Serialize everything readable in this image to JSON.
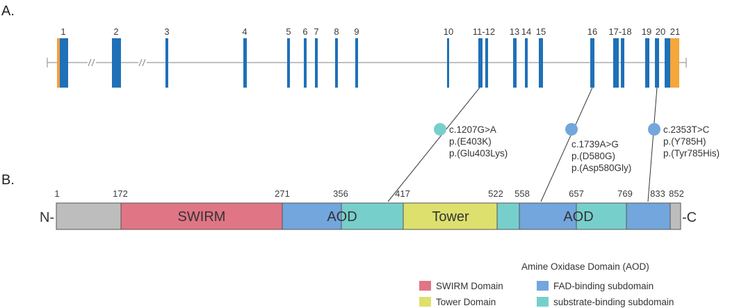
{
  "panels": {
    "a": "A.",
    "b": "B."
  },
  "colors": {
    "exon": "#1f70b8",
    "utr": "#f6a63a",
    "utr_left": "#f0a040",
    "line": "#9a9a9a",
    "swirm": "#e07585",
    "fad": "#72a6dd",
    "substrate": "#77cfcc",
    "tower": "#dde06d",
    "grey": "#bdbdbd",
    "dot_teal": "#77cfcc",
    "dot_blue": "#72a6dd"
  },
  "gene": {
    "exon_labels": [
      "1",
      "2",
      "3",
      "4",
      "5",
      "6",
      "7",
      "8",
      "9",
      "10",
      "11-12",
      "13",
      "14",
      "15",
      "16",
      "17-18",
      "19",
      "20",
      "21"
    ]
  },
  "variants": [
    {
      "c": "c.1207G>A",
      "p1": "p.(E403K)",
      "p2": "p.(Glu403Lys)",
      "color": "teal",
      "exon": "11"
    },
    {
      "c": "c.1739A>G",
      "p1": "p.(D580G)",
      "p2": "p.(Asp580Gly)",
      "color": "blue",
      "exon": "16"
    },
    {
      "c": "c.2353T>C",
      "p1": "p.(Y785H)",
      "p2": "p.(Tyr785His)",
      "color": "blue",
      "exon": "20"
    }
  ],
  "protein": {
    "n_term": "N-",
    "c_term": "-C",
    "total": 852,
    "positions": [
      "1",
      "172",
      "271",
      "356",
      "417",
      "522",
      "558",
      "657",
      "769",
      "833",
      "852"
    ],
    "domains": [
      {
        "start": 1,
        "end": 172,
        "type": "grey"
      },
      {
        "start": 172,
        "end": 271,
        "type": "swirm"
      },
      {
        "start": 271,
        "end": 356,
        "type": "fad"
      },
      {
        "start": 356,
        "end": 417,
        "type": "substrate"
      },
      {
        "start": 417,
        "end": 522,
        "type": "tower"
      },
      {
        "start": 522,
        "end": 558,
        "type": "substrate"
      },
      {
        "start": 558,
        "end": 657,
        "type": "fad"
      },
      {
        "start": 657,
        "end": 769,
        "type": "substrate"
      },
      {
        "start": 769,
        "end": 833,
        "type": "fad"
      },
      {
        "start": 833,
        "end": 852,
        "type": "grey"
      }
    ],
    "labels": {
      "swirm": "SWIRM",
      "aod1": "AOD",
      "tower": "Tower",
      "aod2": "AOD"
    }
  },
  "legend": {
    "heading": "Amine Oxidase Domain (AOD)",
    "items": [
      {
        "label": "SWIRM Domain",
        "color": "swirm"
      },
      {
        "label": "Tower Domain",
        "color": "tower"
      },
      {
        "label": "FAD-binding subdomain",
        "color": "fad"
      },
      {
        "label": "substrate-binding subdomain",
        "color": "substrate"
      }
    ]
  }
}
